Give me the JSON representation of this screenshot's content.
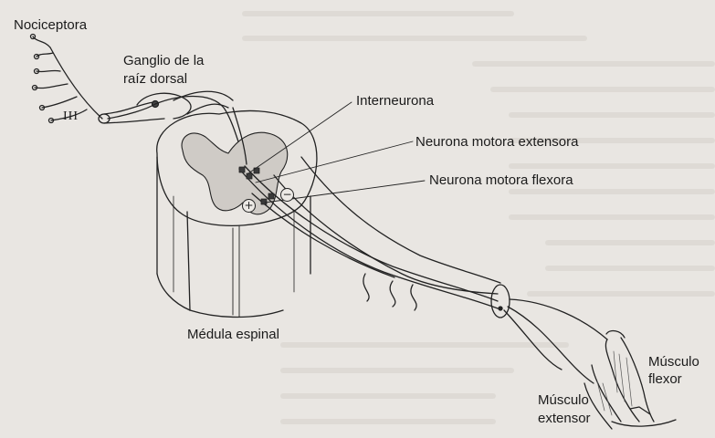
{
  "labels": {
    "nociceptor": "Nociceptora",
    "fiber_type": "III",
    "ganglion_line1": "Ganglio de la",
    "ganglion_line2": "raíz dorsal",
    "interneuron": "Interneurona",
    "extensor_motor": "Neurona motora extensora",
    "flexor_motor": "Neurona motora flexora",
    "spinal_cord": "Médula espinal",
    "flexor_line1": "Músculo",
    "flexor_line2": "flexor",
    "extensor_line1": "Músculo",
    "extensor_line2": "extensor"
  },
  "signs": {
    "excitatory": "+",
    "inhibitory": "−"
  },
  "colors": {
    "background": "#e9e6e2",
    "ink": "#1b1b1b",
    "gray_matter": "#cfcbc6"
  }
}
